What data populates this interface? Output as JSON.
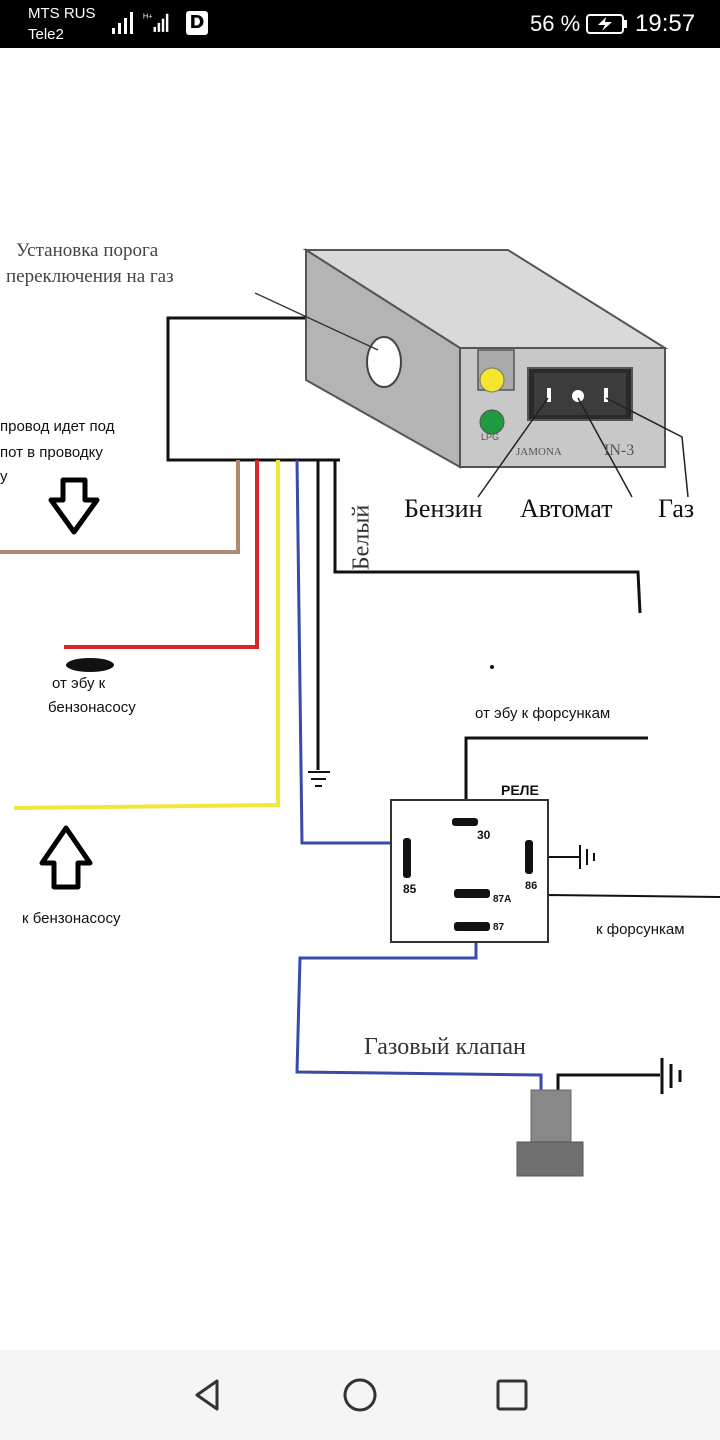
{
  "status_bar": {
    "carrier_primary": "MTS RUS",
    "carrier_secondary": "Tele2",
    "data_badge": "D",
    "battery": "56 %",
    "time": "19:57"
  },
  "diagram": {
    "threshold_label_line1": "Установка порога",
    "threshold_label_line2": "переключения на газ",
    "wire_note_line1": "провод идет под",
    "wire_note_line2": "пот в проводку",
    "wire_note_line3": "у",
    "switch_indicator_label": "LPG",
    "brand_label": "JAMONA",
    "model_label": "IN-3",
    "mode_petrol": "Бензин",
    "mode_auto": "Автомат",
    "mode_gas": "Газ",
    "white_wire_label": "Белый",
    "ecu_to_pump_line1": "от эбу к",
    "ecu_to_pump_line2": "бензонасосу",
    "ecu_to_injectors": "от эбу к форсункам",
    "relay_title": "РЕЛЕ",
    "relay_pin_30": "30",
    "relay_pin_85": "85",
    "relay_pin_86": "86",
    "relay_pin_87a": "87A",
    "relay_pin_87": "87",
    "to_fuel_pump": "к бензонасосу",
    "to_injectors": "к форсункам",
    "gas_valve_label": "Газовый клапан"
  },
  "colors": {
    "wire_brown": "#b08a70",
    "wire_red": "#d9262a",
    "wire_yellow": "#f3e63a",
    "wire_blue": "#3a4aa8",
    "wire_black": "#111111",
    "box_face": "#c8c8c8",
    "indicator_yellow": "#f4e52f",
    "indicator_green": "#1f9a3e"
  },
  "nav_bar": {
    "icons": [
      "back-icon",
      "home-icon",
      "recents-icon"
    ]
  }
}
